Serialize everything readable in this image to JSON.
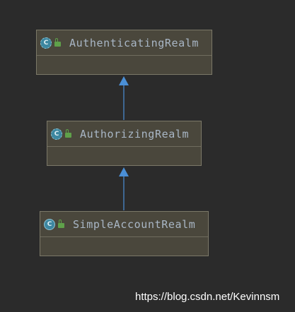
{
  "diagram": {
    "classes": [
      {
        "name": "AuthenticatingRealm",
        "icon": "abstract-class-icon",
        "icon_glyph": "C",
        "visibility_icon": "public-lock-icon"
      },
      {
        "name": "AuthorizingRealm",
        "icon": "abstract-class-icon",
        "icon_glyph": "C",
        "visibility_icon": "public-lock-icon"
      },
      {
        "name": "SimpleAccountRealm",
        "icon": "class-icon",
        "icon_glyph": "C",
        "visibility_icon": "public-lock-icon"
      }
    ],
    "relations": [
      {
        "from": "AuthorizingRealm",
        "to": "AuthenticatingRealm",
        "type": "extends"
      },
      {
        "from": "SimpleAccountRealm",
        "to": "AuthorizingRealm",
        "type": "extends"
      }
    ],
    "colors": {
      "background": "#2b2b2b",
      "box_fill": "#4a473c",
      "box_border": "#7b7868",
      "class_name": "#a9b7c6",
      "class_icon": "#3d87a0",
      "visibility_icon": "#5fa14a",
      "arrow": "#4a8fd6"
    }
  },
  "watermark": "https://blog.csdn.net/Kevinnsm"
}
